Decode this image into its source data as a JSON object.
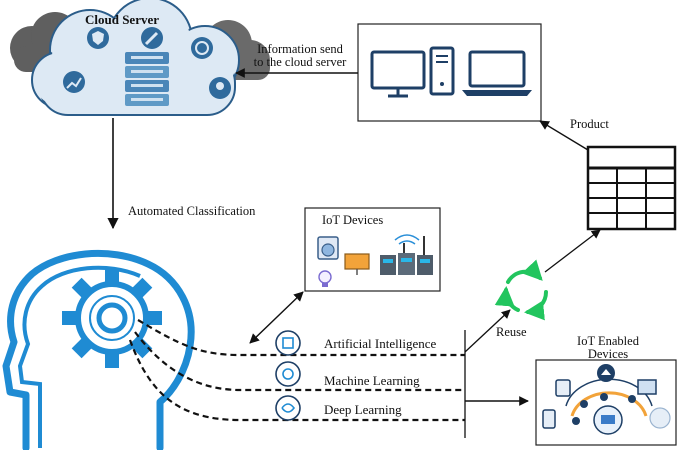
{
  "cloud": {
    "title": "Cloud Server"
  },
  "edges": {
    "to_cloud_line1": "Information send",
    "to_cloud_line2": "to the cloud server",
    "product": "Product",
    "classification": "Automated Classification",
    "reuse": "Reuse"
  },
  "iot_devices": {
    "title": "IoT Devices"
  },
  "iot_enabled": {
    "title_line1": "IoT Enabled",
    "title_line2": "Devices"
  },
  "techniques": [
    {
      "label": "Artificial Intelligence",
      "icon": "ai-chip-head-icon"
    },
    {
      "label": "Machine Learning",
      "icon": "ml-head-icon"
    },
    {
      "label": "Deep Learning",
      "icon": "dl-brain-icon"
    }
  ],
  "colors": {
    "cloud_fill": "#dde9f4",
    "cloud_gray": "#6b6b6b",
    "head_blue": "#1f8bd3",
    "server_blue": "#4a86b8",
    "reuse_green": "#22c55e",
    "icon_navy": "#1e3f66",
    "orange": "#f2a33a"
  }
}
